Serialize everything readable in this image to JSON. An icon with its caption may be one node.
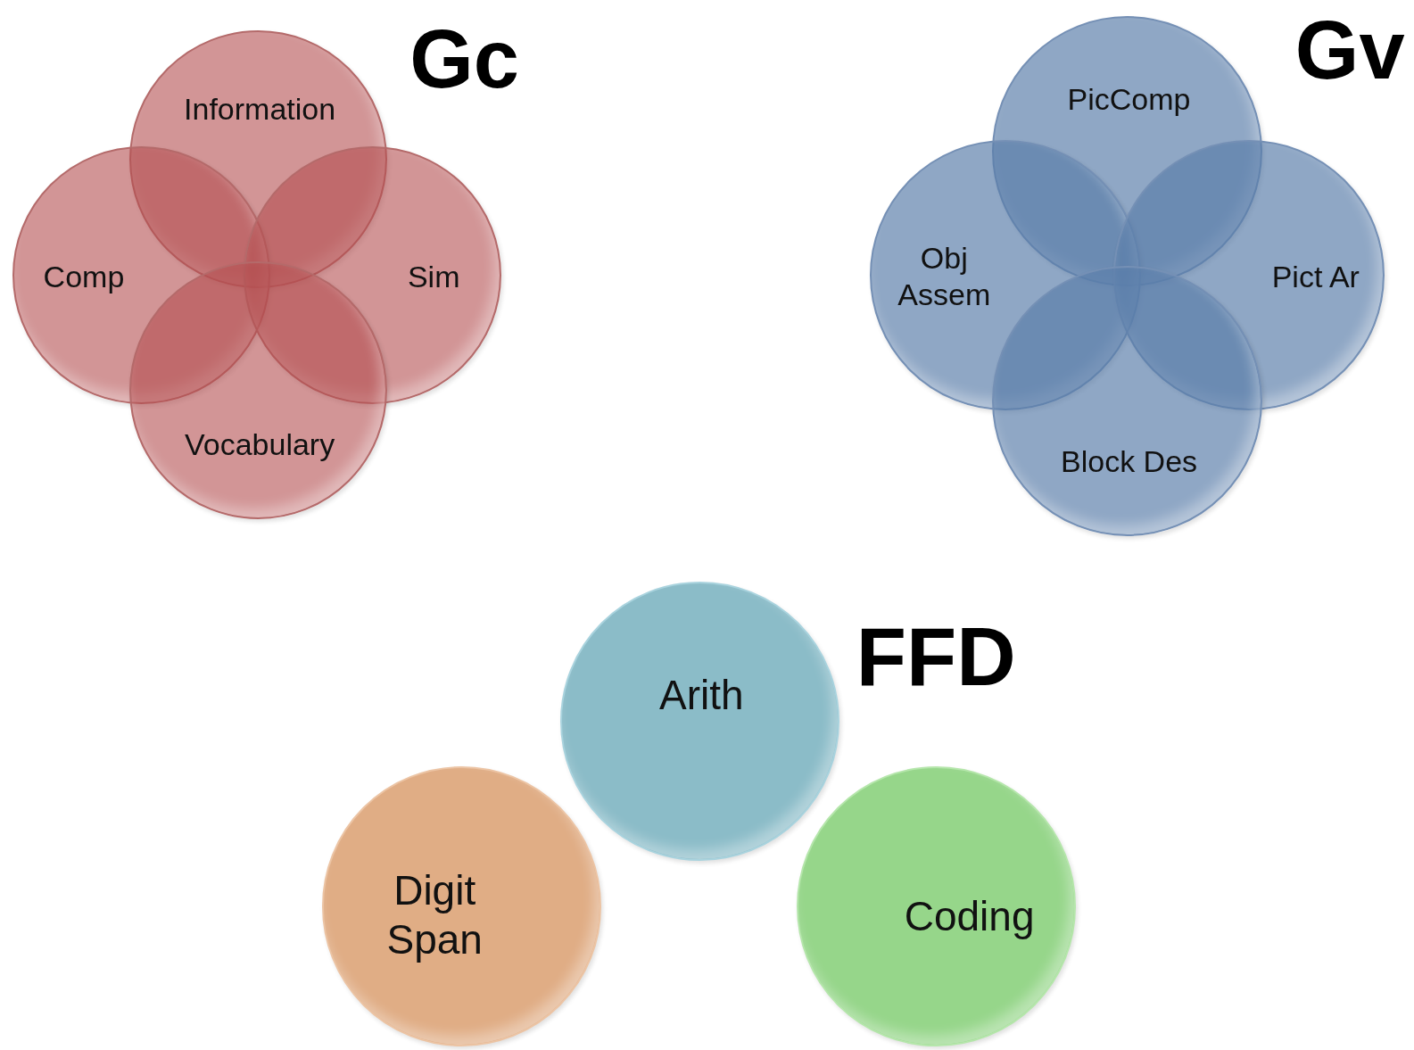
{
  "diagram": {
    "nodes": [
      {
        "text": [
          "Information"
        ]
      },
      {
        "text": [
          "Comp"
        ]
      },
      {
        "text": [
          "Sim"
        ]
      },
      {
        "text": [
          "Vocabulary"
        ]
      },
      {
        "text": [
          "PicComp"
        ]
      },
      {
        "text": [
          "Obj Assem"
        ]
      },
      {
        "text": [
          "Pict Ar"
        ]
      },
      {
        "text": [
          "Block Des"
        ]
      },
      {
        "text": [
          "Arith"
        ]
      },
      {
        "text": [
          "Digit Span"
        ]
      },
      {
        "text": [
          "Coding"
        ]
      }
    ],
    "labels": [
      "Gc",
      "Gv",
      "FFD"
    ]
  }
}
